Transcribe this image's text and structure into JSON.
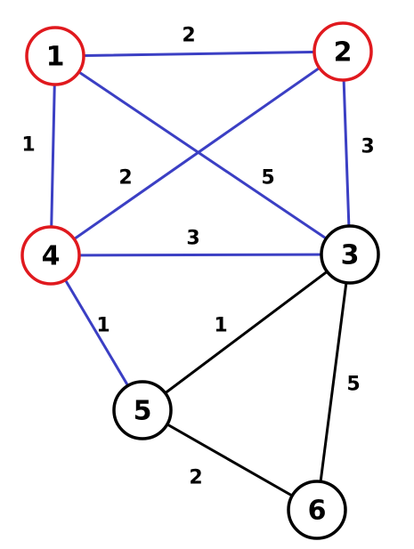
{
  "colors": {
    "selected_edge": "#3b3fc4",
    "unselected_edge": "#000000",
    "highlighted_node": "#e0191e",
    "normal_node": "#000000"
  },
  "nodes": [
    {
      "id": "1",
      "label": "1",
      "highlighted": true
    },
    {
      "id": "2",
      "label": "2",
      "highlighted": true
    },
    {
      "id": "3",
      "label": "3",
      "highlighted": false
    },
    {
      "id": "4",
      "label": "4",
      "highlighted": true
    },
    {
      "id": "5",
      "label": "5",
      "highlighted": false
    },
    {
      "id": "6",
      "label": "6",
      "highlighted": false
    }
  ],
  "edges": [
    {
      "from": "1",
      "to": "2",
      "weight": "2",
      "selected": true
    },
    {
      "from": "1",
      "to": "4",
      "weight": "1",
      "selected": true
    },
    {
      "from": "2",
      "to": "3",
      "weight": "3",
      "selected": true
    },
    {
      "from": "2",
      "to": "4",
      "weight": "2",
      "selected": true
    },
    {
      "from": "1",
      "to": "3",
      "weight": "5",
      "selected": true
    },
    {
      "from": "4",
      "to": "3",
      "weight": "3",
      "selected": true
    },
    {
      "from": "4",
      "to": "5",
      "weight": "1",
      "selected": true
    },
    {
      "from": "5",
      "to": "3",
      "weight": "1",
      "selected": false
    },
    {
      "from": "3",
      "to": "6",
      "weight": "5",
      "selected": false
    },
    {
      "from": "5",
      "to": "6",
      "weight": "2",
      "selected": false
    }
  ]
}
